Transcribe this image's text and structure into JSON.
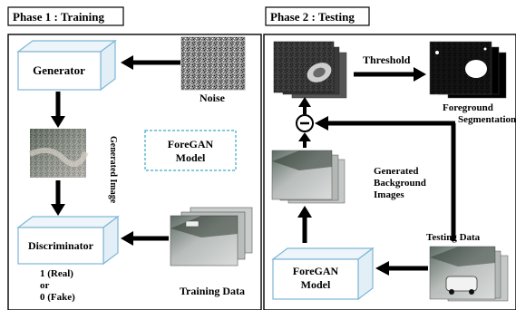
{
  "phase1": {
    "title": "Phase 1 : Training",
    "generator_label": "Generator",
    "noise_label": "Noise",
    "generated_image_label": "Generated  Image",
    "model_box_line1": "ForeGAN",
    "model_box_line2": "Model",
    "discriminator_label": "Discriminator",
    "output_line1": "1 (Real)",
    "output_line2": "or",
    "output_line3": "0 (Fake)",
    "training_data_label": "Training Data"
  },
  "phase2": {
    "title": "Phase 2 : Testing",
    "threshold_label": "Threshold",
    "foreground_line1": "Foreground",
    "foreground_line2": "Segmentation",
    "subtract_symbol": "−",
    "generated_bg_line1": "Generated",
    "generated_bg_line2": "Background",
    "generated_bg_line3": "Images",
    "testing_data_label": "Testing Data",
    "model_line1": "ForeGAN",
    "model_line2": "Model"
  },
  "colors": {
    "box_fill": "#ffffff",
    "box_stroke": "#7fb6d6",
    "cube_side": "#e3eff7",
    "dashed_border": "#3ca9c7",
    "arrow": "#000000"
  }
}
